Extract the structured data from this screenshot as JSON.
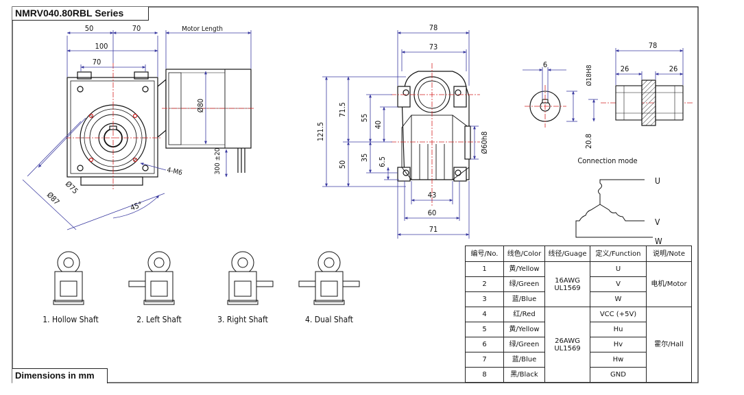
{
  "title": "NMRV040.80RBL Series",
  "units_note": "Dimensions in mm",
  "front_view": {
    "dims": [
      "50",
      "70",
      "100",
      "70",
      "Motor Length",
      "Ø80",
      "300 ±20",
      "Ø75",
      "Ø87",
      "45°",
      "4-M6"
    ]
  },
  "side_view": {
    "dims": [
      "78",
      "73",
      "121.5",
      "71.5",
      "55",
      "40",
      "50",
      "35",
      "6.5",
      "Ø60h8",
      "43",
      "60",
      "71"
    ]
  },
  "shaft_detail": {
    "dims": [
      "6",
      "Ø18H8",
      "20.8",
      "78",
      "26",
      "26"
    ],
    "caption": "Connection mode"
  },
  "phases": [
    "U",
    "V",
    "W"
  ],
  "shaft_options": [
    "1. Hollow Shaft",
    "2. Left Shaft",
    "3. Right Shaft",
    "4. Dual Shaft"
  ],
  "table": {
    "headers": [
      "编号/No.",
      "线色/Color",
      "线径/Guage",
      "定义/Function",
      "说明/Note"
    ],
    "rows": [
      {
        "no": "1",
        "color": "黄/Yellow",
        "function": "U"
      },
      {
        "no": "2",
        "color": "绿/Green",
        "function": "V"
      },
      {
        "no": "3",
        "color": "蓝/Blue",
        "function": "W"
      },
      {
        "no": "4",
        "color": "红/Red",
        "function": "VCC (+5V)"
      },
      {
        "no": "5",
        "color": "黄/Yellow",
        "function": "Hu"
      },
      {
        "no": "6",
        "color": "绿/Green",
        "function": "Hv"
      },
      {
        "no": "7",
        "color": "蓝/Blue",
        "function": "Hw"
      },
      {
        "no": "8",
        "color": "黑/Black",
        "function": "GND"
      }
    ],
    "gauge_motor": [
      "16AWG",
      "UL1569"
    ],
    "gauge_hall": [
      "26AWG",
      "UL1569"
    ],
    "note_motor": "电机/Motor",
    "note_hall": "霍尔/Hall"
  },
  "colors": {
    "line": "#111111",
    "dimension": "#3a3aa0",
    "centerline": "#d42020",
    "frame": "#222222"
  }
}
